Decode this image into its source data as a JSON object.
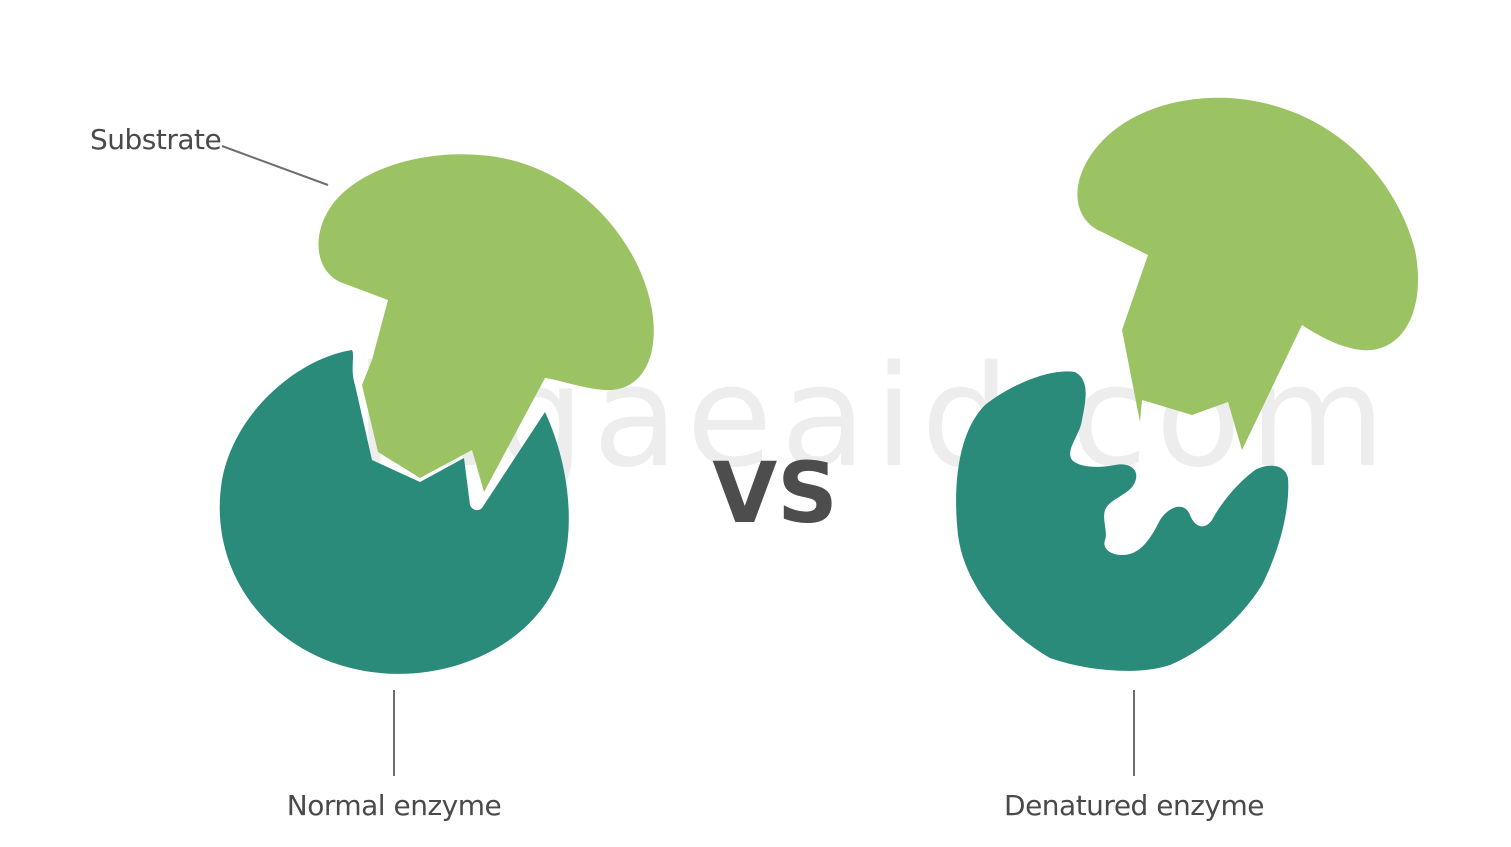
{
  "labels": {
    "substrate": "Substrate",
    "normal_enzyme": "Normal enzyme",
    "denatured_enzyme": "Denatured enzyme",
    "versus": "VS"
  },
  "watermark": "lagaeaid.com",
  "colors": {
    "substrate": "#9bc363",
    "enzyme": "#2a8b7b",
    "text": "#4a4a4a",
    "vs": "#4d4d4d",
    "leader_line": "#6e6e6e",
    "background": "#ffffff"
  }
}
